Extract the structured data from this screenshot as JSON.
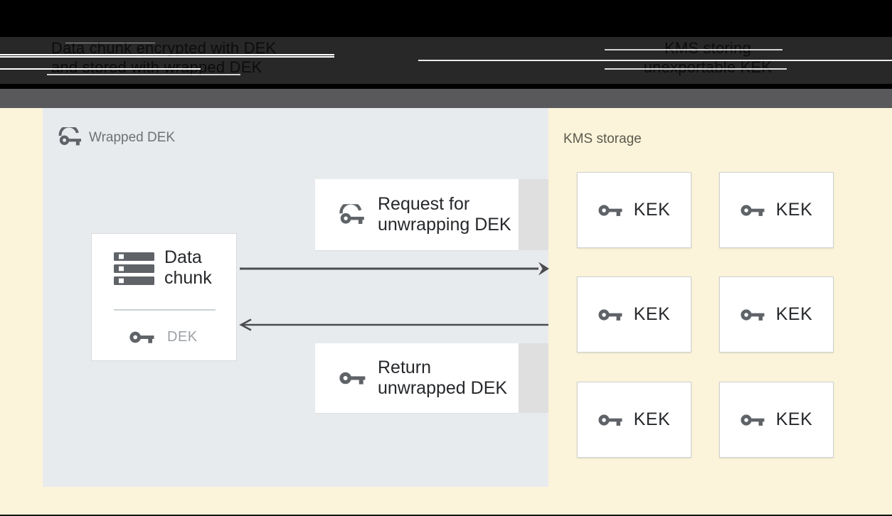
{
  "header": {
    "left_caption_line1": "Data chunk encrypted with DEK",
    "left_caption_line2": "and stored with wrapped DEK",
    "right_caption_line1": "KMS storing",
    "right_caption_line2": "unexportable KEK"
  },
  "dek_panel": {
    "title": "Wrapped DEK",
    "data_chunk": {
      "line1": "Data",
      "line2": "chunk",
      "key_label": "DEK"
    },
    "request_box": {
      "line1": "Request for",
      "line2": "unwrapping DEK"
    },
    "return_box": {
      "line1": "Return",
      "line2": "unwrapped DEK"
    }
  },
  "kms_panel": {
    "title": "KMS storage",
    "kek_boxes": [
      {
        "label": "KEK"
      },
      {
        "label": "KEK"
      },
      {
        "label": "KEK"
      },
      {
        "label": "KEK"
      },
      {
        "label": "KEK"
      },
      {
        "label": "KEK"
      }
    ]
  },
  "icons": {
    "wrapped_key": "wrapped-key-icon",
    "key": "key-icon",
    "data_stack": "data-chunk-icon",
    "arrow_right": "arrow-right",
    "arrow_left": "arrow-left"
  },
  "colors": {
    "top_bar": "#000000",
    "caption_band": "#282828",
    "caption_text": "#0c0c0c",
    "divider_band": "#59595b",
    "canvas_yellow": "#fbf4da",
    "panel_gray": "#e8ebee",
    "box_white": "#ffffff",
    "box_ext": "#dfdfdf",
    "icon_gray": "#5f6368",
    "text_dark": "#26282b",
    "text_muted": "#9da1a6",
    "label_gray": "#6f7275",
    "kms_label": "#5c5a4f",
    "arrow": "#4c4c4e"
  }
}
